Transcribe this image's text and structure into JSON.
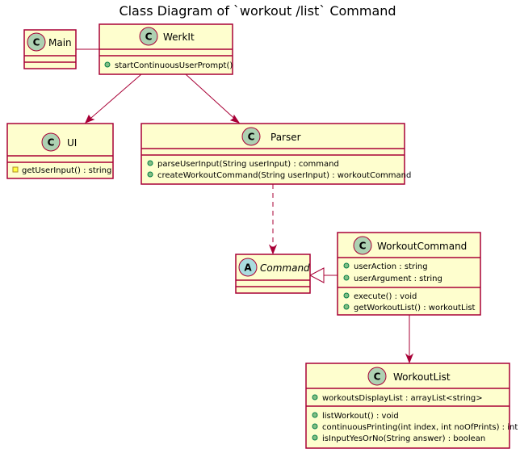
{
  "title": "Class Diagram of `workout /list` Command",
  "classes": {
    "main": {
      "name": "Main",
      "stereotype": "C"
    },
    "werkit": {
      "name": "WerkIt",
      "stereotype": "C",
      "methods": [
        "startContinuousUserPrompt()"
      ]
    },
    "ui": {
      "name": "UI",
      "stereotype": "C",
      "methods": [
        "getUserInput() : string"
      ]
    },
    "parser": {
      "name": "Parser",
      "stereotype": "C",
      "methods": [
        "parseUserInput(String userInput) : command",
        "createWorkoutCommand(String userInput) : workoutCommand"
      ]
    },
    "command": {
      "name": "Command",
      "stereotype": "A"
    },
    "workoutCommand": {
      "name": "WorkoutCommand",
      "stereotype": "C",
      "fields": [
        "userAction : string",
        "userArgument : string"
      ],
      "methods": [
        "execute() : void",
        "getWorkoutList() : workoutList"
      ]
    },
    "workoutList": {
      "name": "WorkoutList",
      "stereotype": "C",
      "fields": [
        "workoutsDisplayList : arrayList<string>"
      ],
      "methods": [
        "listWorkout() : void",
        "continuousPrinting(int index, int noOfPrints) : int",
        "isInputYesOrNo(String answer) : boolean"
      ]
    }
  },
  "colors": {
    "class_fill": "#FEFECE",
    "border": "#A80036",
    "class_badge": "#ADD1B2",
    "abstract_badge": "#A9DCDF",
    "public_marker": "#84BE84",
    "protected_marker": "#FFFF44"
  }
}
